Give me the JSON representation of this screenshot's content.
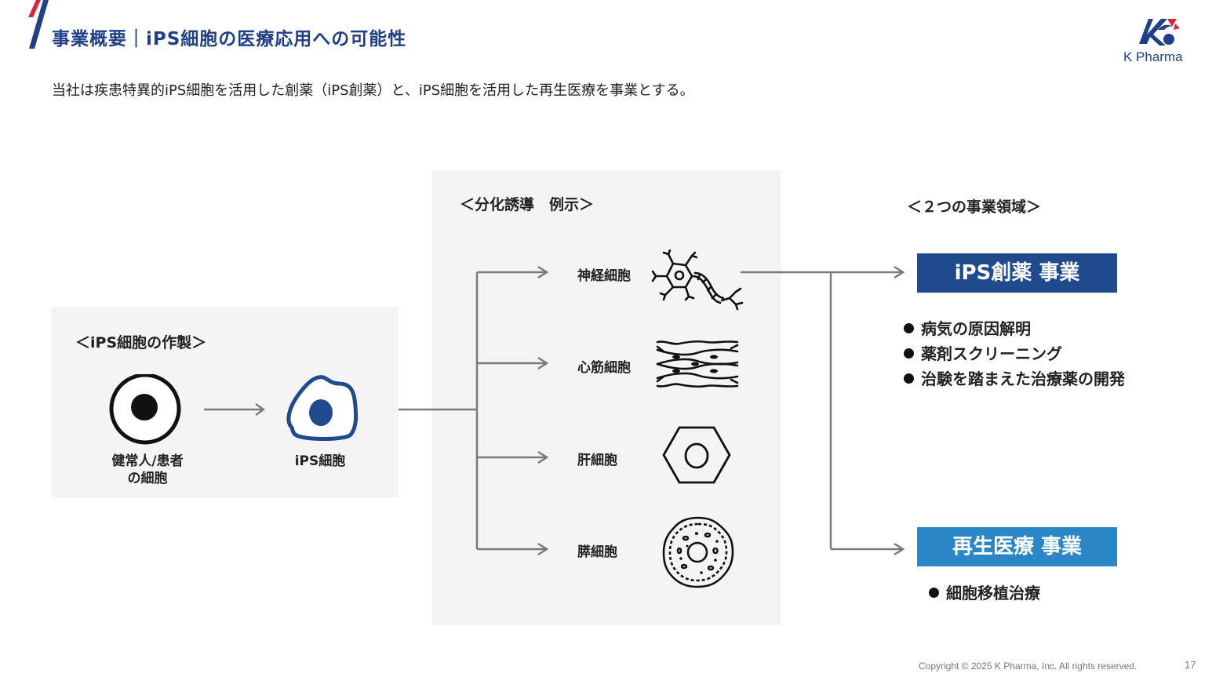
{
  "header": {
    "title": "事業概要｜iPS細胞の医療応用への可能性",
    "subtitle": "当社は疾患特異的iPS細胞を活用した創薬（iPS創薬）と、iPS細胞を活用した再生医療を事業とする。",
    "logo_text": "K Pharma"
  },
  "creation": {
    "heading": "＜iPS細胞の作製＞",
    "source_cell_label": "健常人/患者\nの細胞",
    "ips_cell_label": "iPS細胞"
  },
  "differentiation": {
    "heading": "＜分化誘導　例示＞",
    "items": [
      {
        "label": "神経細胞",
        "icon": "neuron-icon"
      },
      {
        "label": "心筋細胞",
        "icon": "cardiomyocyte-icon"
      },
      {
        "label": "肝細胞",
        "icon": "hepatocyte-icon"
      },
      {
        "label": "膵細胞",
        "icon": "pancreatic-cell-icon"
      }
    ]
  },
  "business": {
    "heading": "＜２つの事業領域＞",
    "areas": [
      {
        "label": "iPS創薬 事業",
        "color": "#1f4a8e",
        "bullets": [
          "病気の原因解明",
          "薬剤スクリーニング",
          "治験を踏まえた治療薬の開発"
        ]
      },
      {
        "label": "再生医療 事業",
        "color": "#2a86c7",
        "bullets": [
          "細胞移植治療"
        ]
      }
    ]
  },
  "footer": {
    "copyright": "Copyright © 2025 K Pharma, Inc. All rights reserved.",
    "page_number": "17"
  },
  "colors": {
    "brand_navy": "#1f3f88",
    "accent_red": "#d9263b",
    "ips_nucleus": "#1f4a8e",
    "connector_gray": "#7a7a7a",
    "panel_bg": "#f4f4f4"
  }
}
